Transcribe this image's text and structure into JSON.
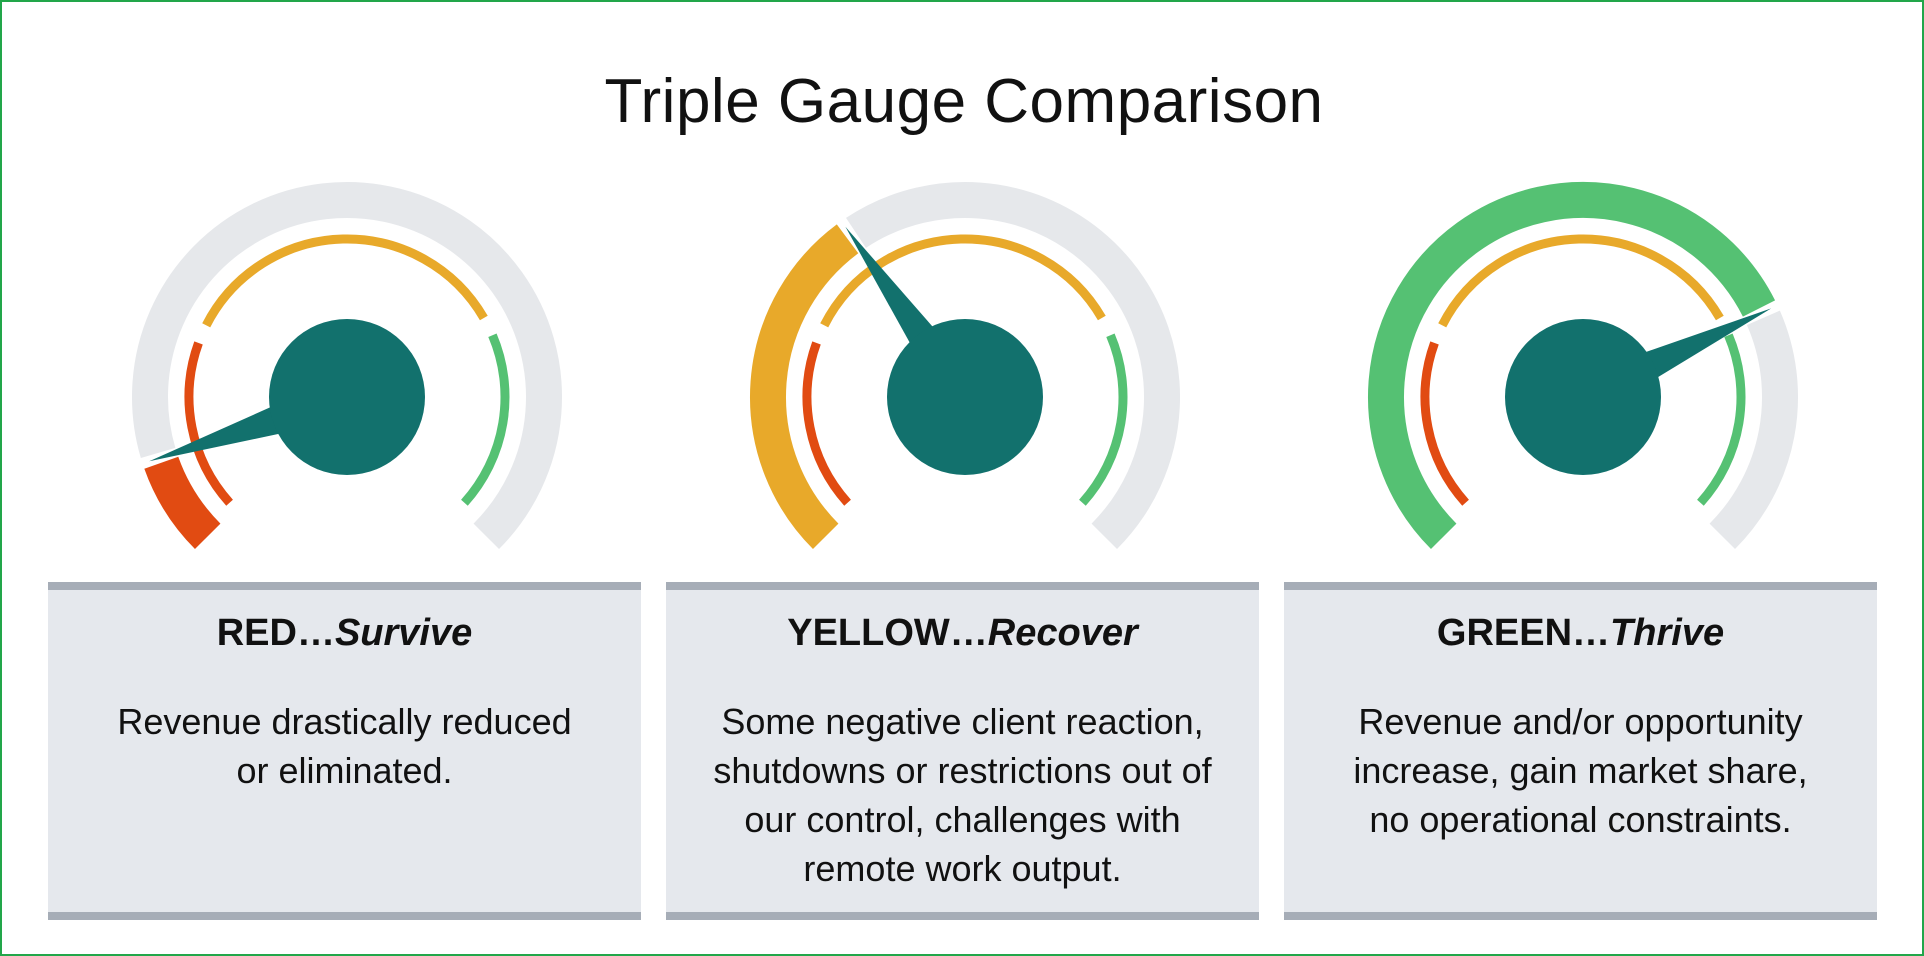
{
  "title": "Triple Gauge Comparison",
  "colors": {
    "red": "#e14b12",
    "yellow": "#e8a92a",
    "green": "#55c173",
    "track": "#e6e8eb",
    "dial": "#12716d",
    "card_bg": "#e5e8ed",
    "card_border": "#a6adb7",
    "frame": "#22a64a"
  },
  "gauges": [
    {
      "id": "red",
      "level": "red",
      "heading_strong": "RED…",
      "heading_italic": "Survive",
      "description": "Revenue drastically reduced or eliminated.",
      "needle_fraction": 0.1
    },
    {
      "id": "yellow",
      "level": "yellow",
      "heading_strong": "YELLOW…",
      "heading_italic": "Recover",
      "description": "Some negative client reaction, shutdowns or restrictions out of our control, challenges with remote work output.",
      "needle_fraction": 0.37
    },
    {
      "id": "green",
      "level": "green",
      "heading_strong": "GREEN…",
      "heading_italic": "Thrive",
      "description": "Revenue and/or opportunity increase, gain market share, no operational constraints.",
      "needle_fraction": 0.74
    }
  ]
}
